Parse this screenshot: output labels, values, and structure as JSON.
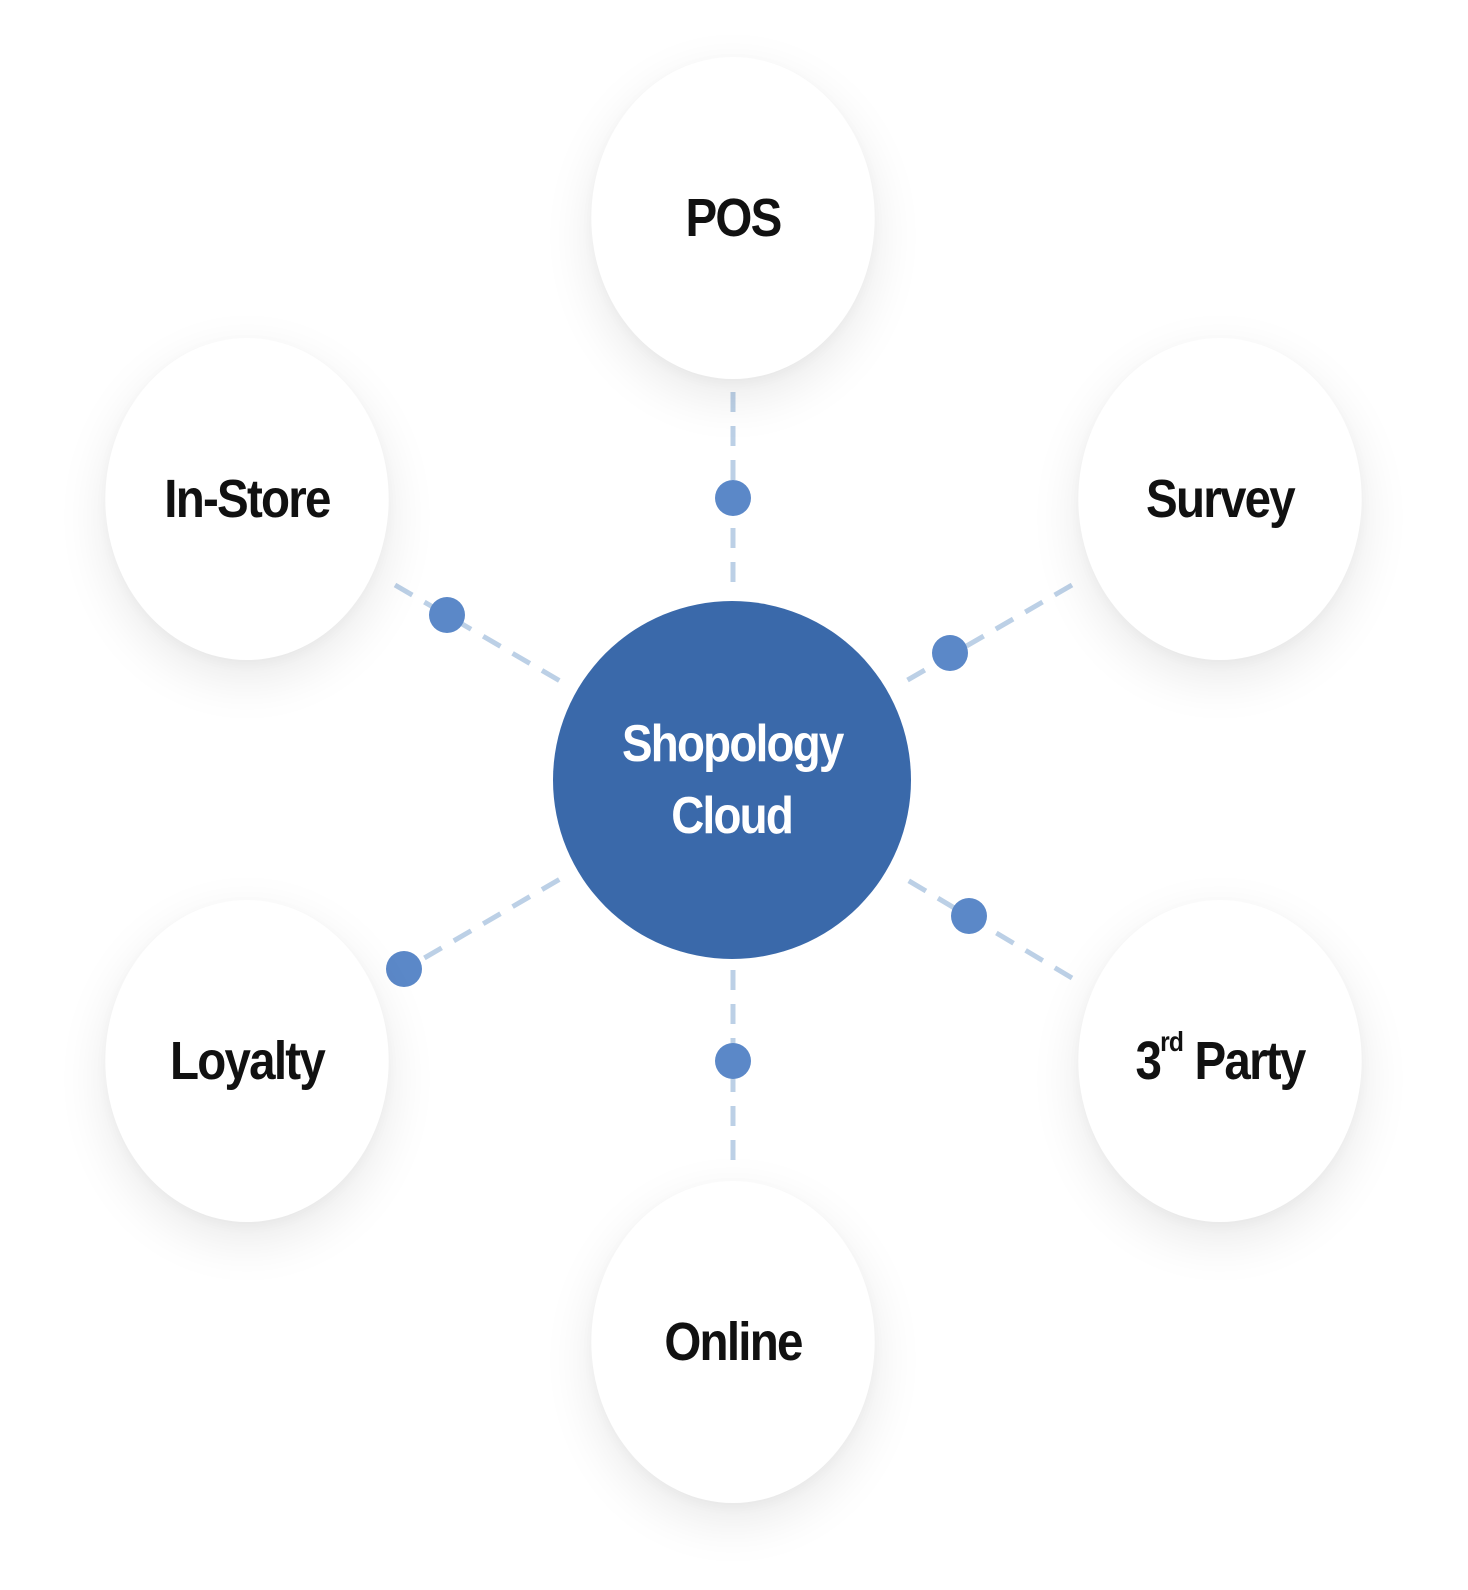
{
  "hub": {
    "line1": "Shopology",
    "line2": "Cloud"
  },
  "nodes": {
    "pos": "POS",
    "survey": "Survey",
    "third_party_number": "3",
    "third_party_suffix": "rd",
    "third_party_word": "Party",
    "online": "Online",
    "loyalty": "Loyalty",
    "instore": "In-Store"
  },
  "colors": {
    "hub": "#3a69aa",
    "connector_dot": "#5b88c8",
    "connector_line": "#bcd0e6"
  }
}
